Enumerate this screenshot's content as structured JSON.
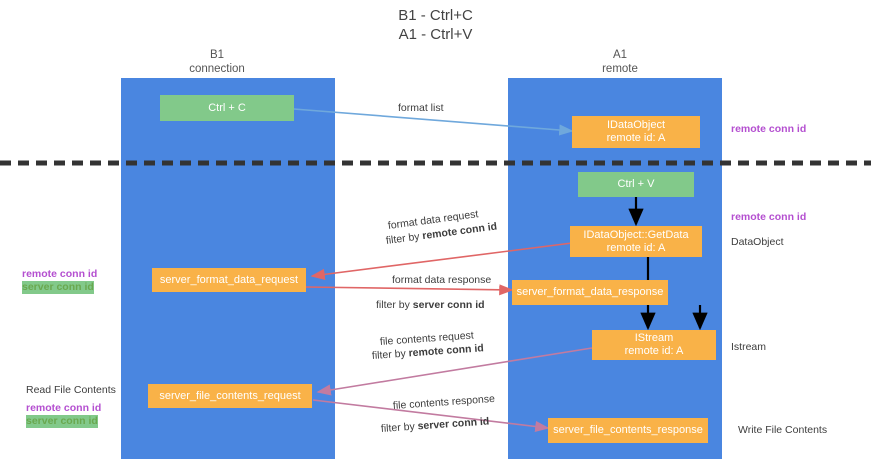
{
  "title": {
    "line1": "B1 - Ctrl+C",
    "line2": "A1 - Ctrl+V"
  },
  "colors": {
    "lane": "#4a86e0",
    "green_node": "#82c98a",
    "orange_node": "#f9b248",
    "purple_text": "#b44fd0",
    "green_text": "#6aa84f",
    "divider": "#333333",
    "arrow_blue": "#6fa8dc",
    "arrow_red": "#e06666",
    "arrow_purple": "#c27ba0",
    "arrow_black": "#000000"
  },
  "columns": [
    {
      "name": "B1",
      "sub": "connection"
    },
    {
      "name": "A1",
      "sub": "remote"
    }
  ],
  "nodes": {
    "ctrl_c": {
      "label": "Ctrl + C"
    },
    "idataobject": {
      "line1": "IDataObject",
      "line2": "remote id: A"
    },
    "ctrl_v": {
      "label": "Ctrl + V"
    },
    "getdata": {
      "line1": "IDataObject::GetData",
      "line2": "remote id: A"
    },
    "server_format_data_request": {
      "label": "server_format_data_request"
    },
    "server_format_data_response": {
      "label": "server_format_data_response"
    },
    "istream": {
      "line1": "IStream",
      "line2": "remote id: A"
    },
    "server_file_contents_request": {
      "label": "server_file_contents_request"
    },
    "server_file_contents_response": {
      "label": "server_file_contents_response"
    }
  },
  "edges": {
    "format_list": {
      "label": "format list"
    },
    "format_data_request": {
      "label": "format data request",
      "filter_prefix": "filter by ",
      "filter_key": "remote conn id"
    },
    "format_data_response": {
      "label": "format data response",
      "filter_prefix": "filter by ",
      "filter_key": "server conn id"
    },
    "file_contents_request": {
      "label": "file contents request",
      "filter_prefix": "filter by ",
      "filter_key": "remote conn id"
    },
    "file_contents_response": {
      "label": "file contents response",
      "filter_prefix": "filter by ",
      "filter_key": "server conn id"
    }
  },
  "annotations": {
    "right_remote_conn_id_top": "remote conn id",
    "right_remote_conn_id_mid": "remote conn id",
    "right_dataobject": "DataObject",
    "right_istream": "Istream",
    "right_write_file_contents": "Write File Contents",
    "left_remote_conn_id": "remote conn id",
    "left_server_conn_id": "server conn id",
    "left_read_file_contents": "Read File Contents",
    "left_remote_conn_id_2": "remote conn id",
    "left_server_conn_id_2": "server conn id"
  }
}
